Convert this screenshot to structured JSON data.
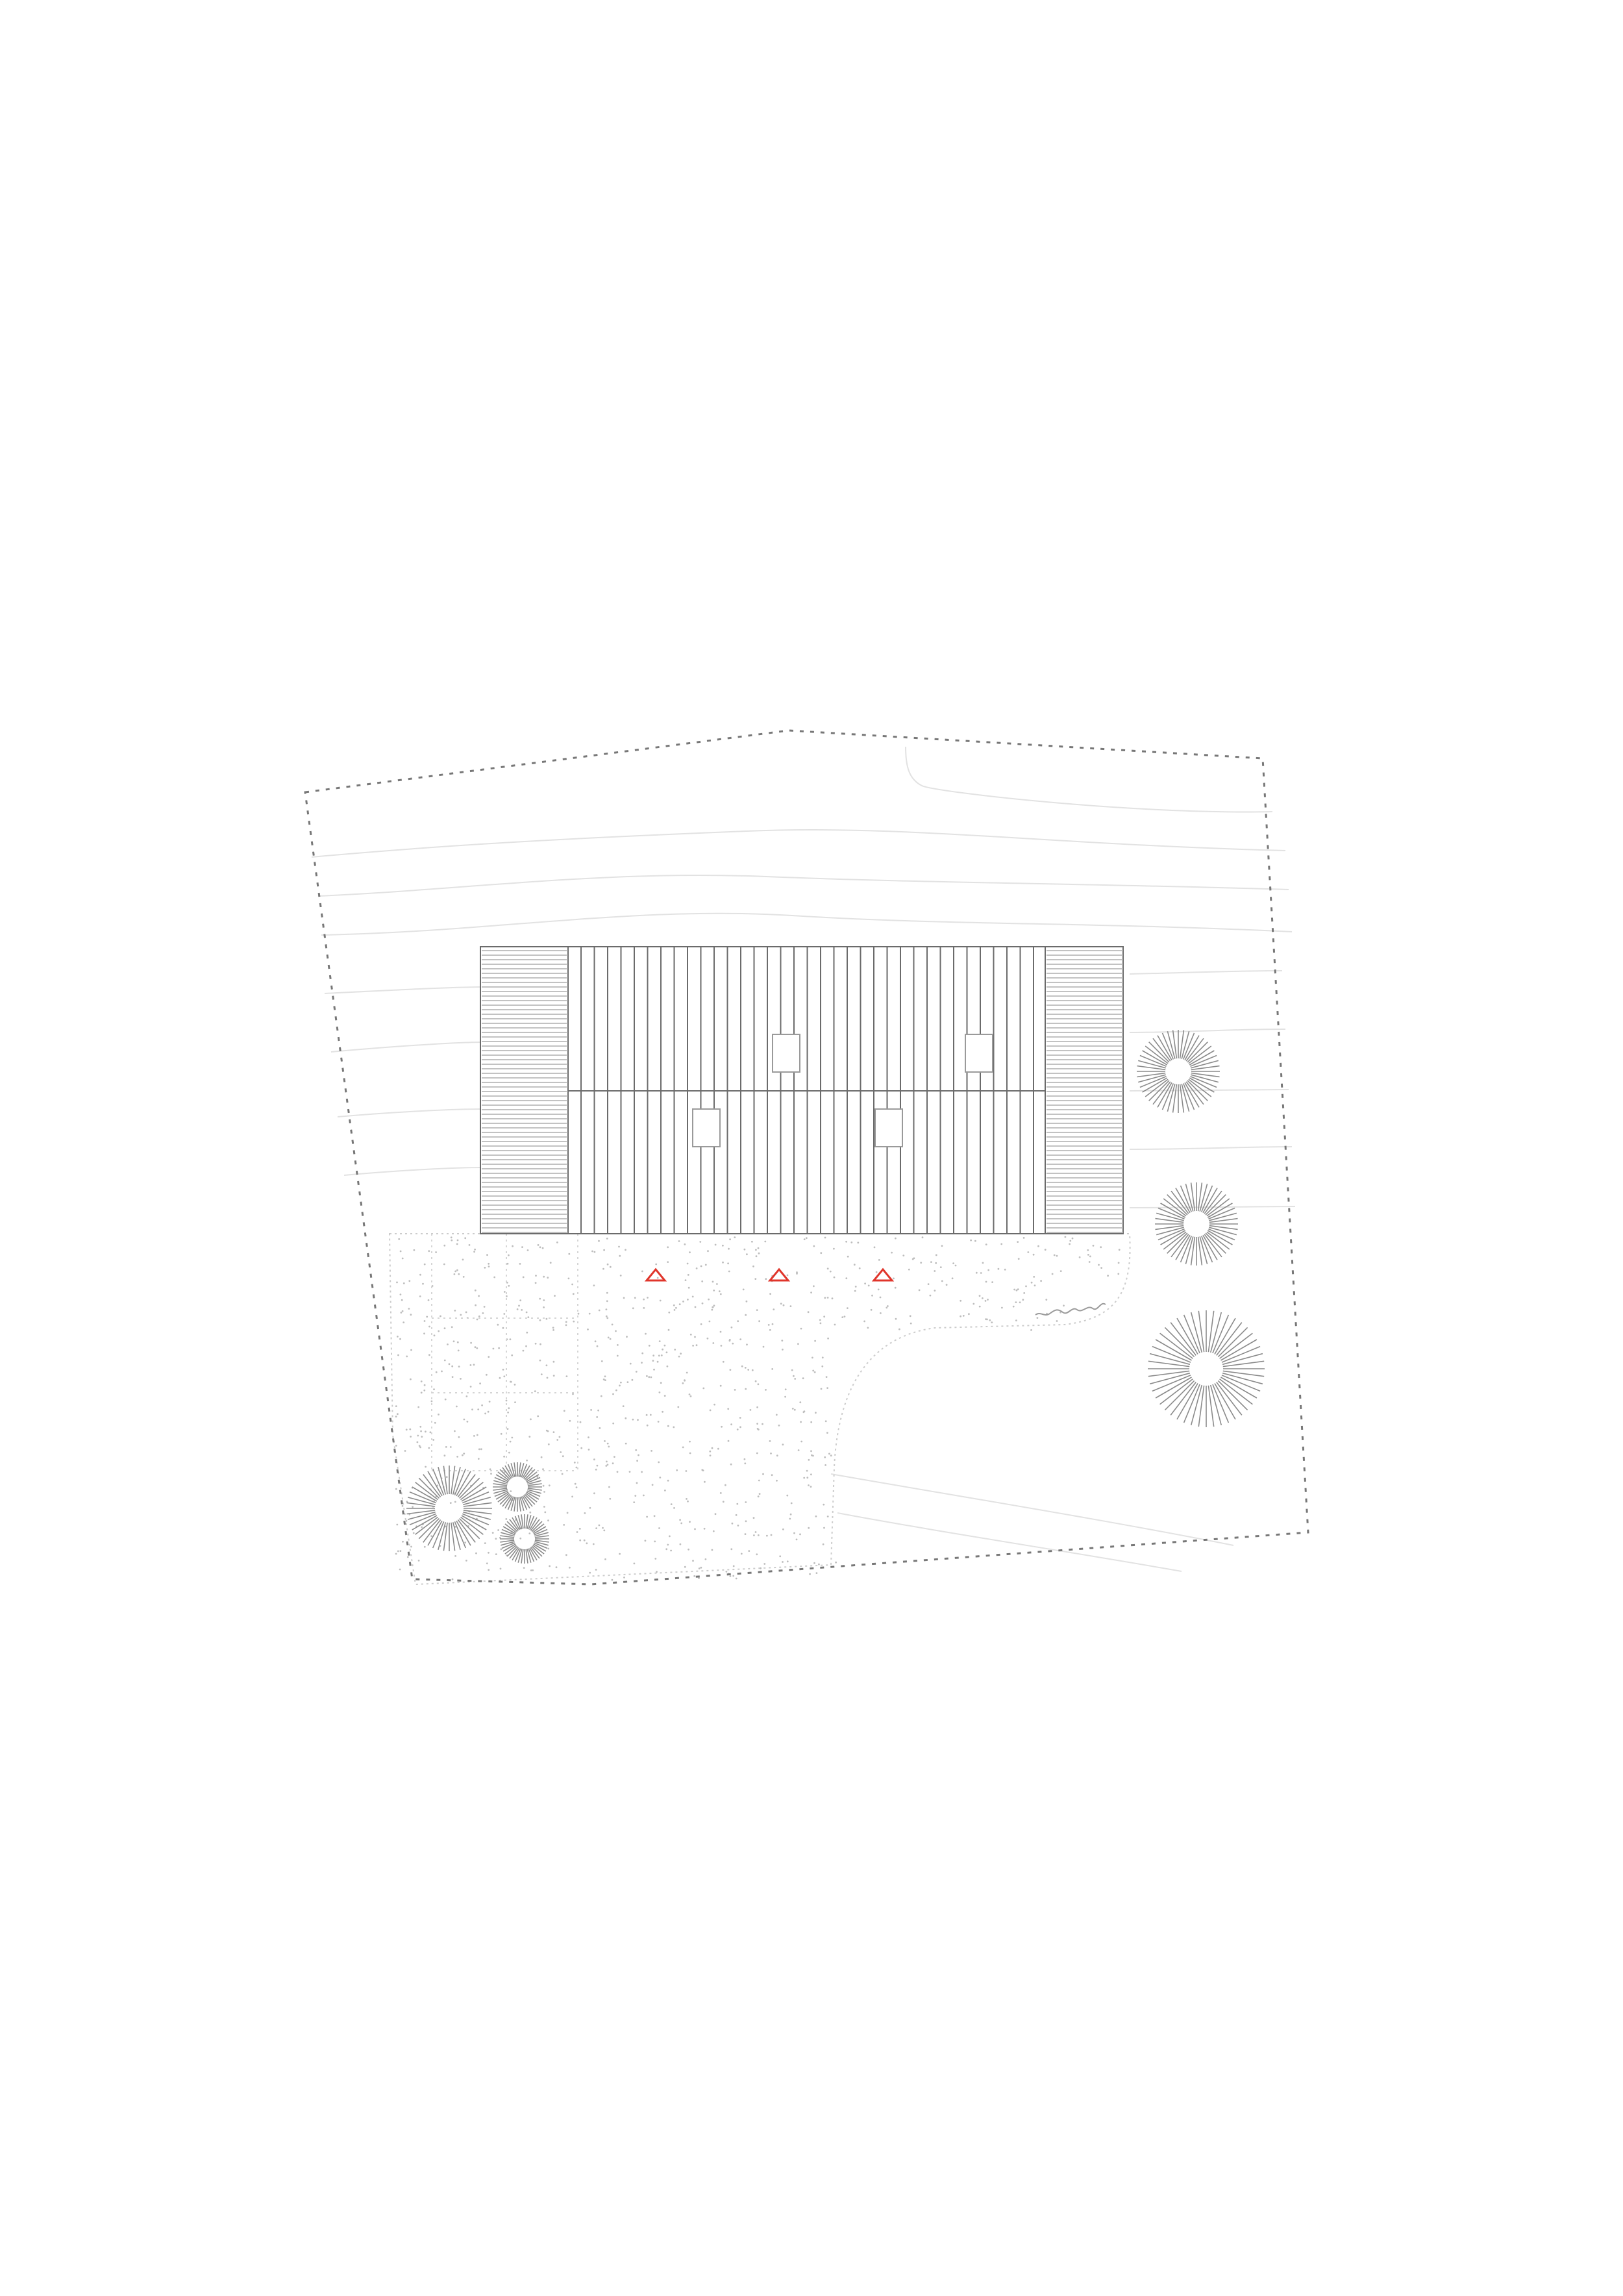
{
  "drawing": {
    "type": "site-plan",
    "view": "roof-plan",
    "paper": "#ffffff",
    "line_color": "#6b6b6b",
    "light_line_color": "#cfcfcf",
    "entrance_marker_color": "#e0352b"
  },
  "elements": {
    "building": {
      "roof_bays": 2,
      "dormer_windows": 4
    },
    "trees": {
      "count": 6,
      "icon": "tree-icon"
    },
    "entrance_markers": {
      "count": 3,
      "icon": "triangle-icon"
    },
    "paved_area": {
      "texture": "stipple"
    },
    "property_boundary": {
      "style": "dashed"
    }
  }
}
